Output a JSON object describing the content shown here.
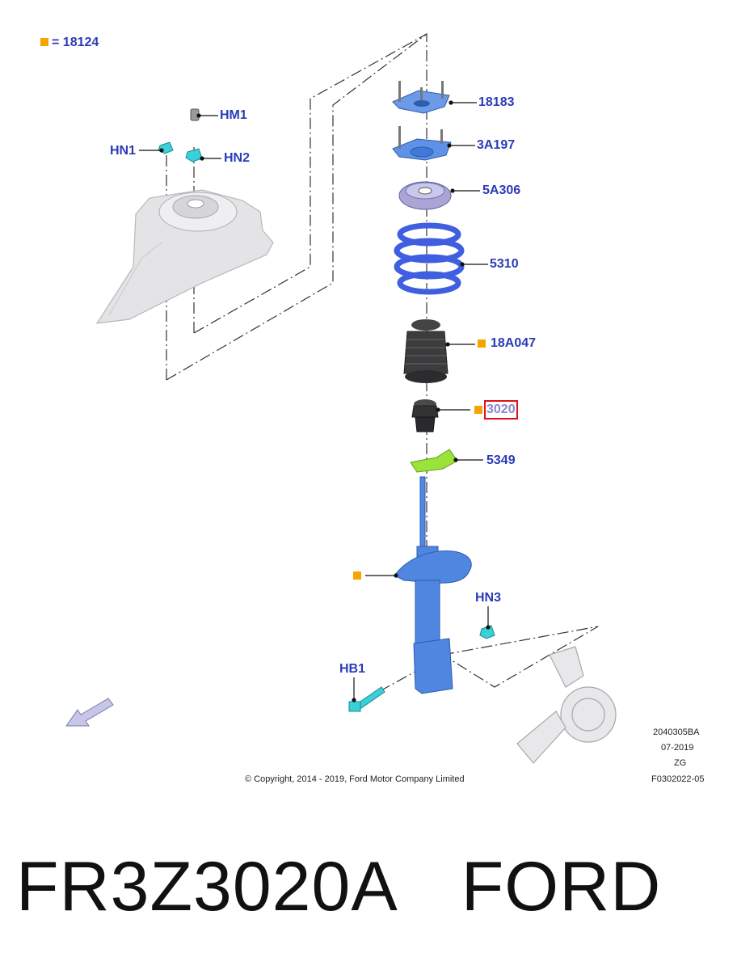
{
  "legend": {
    "marker_label": "= 18124"
  },
  "parts": {
    "hm1": "HM1",
    "hn1": "HN1",
    "hn2": "HN2",
    "p18183": "18183",
    "p3a197": "3A197",
    "p5a306": "5A306",
    "p5310": "5310",
    "p18a047": "18A047",
    "p3020": "3020",
    "p5349": "5349",
    "hn3": "HN3",
    "hb1": "HB1"
  },
  "meta": {
    "code": "2040305BA",
    "date": "07-2019",
    "zg": "ZG",
    "ref": "F0302022-05",
    "copyright": "© Copyright, 2014 - 2019, Ford Motor Company Limited"
  },
  "caption": {
    "part_number": "FR3Z3020A",
    "brand": "FORD"
  },
  "colors": {
    "label": "#2a3bb8",
    "marker": "#f5a400",
    "highlight": "#e0101a",
    "part_blue": "#4f86e0",
    "spring_blue": "#3f5fe0",
    "bracket_green": "#9be23a"
  }
}
